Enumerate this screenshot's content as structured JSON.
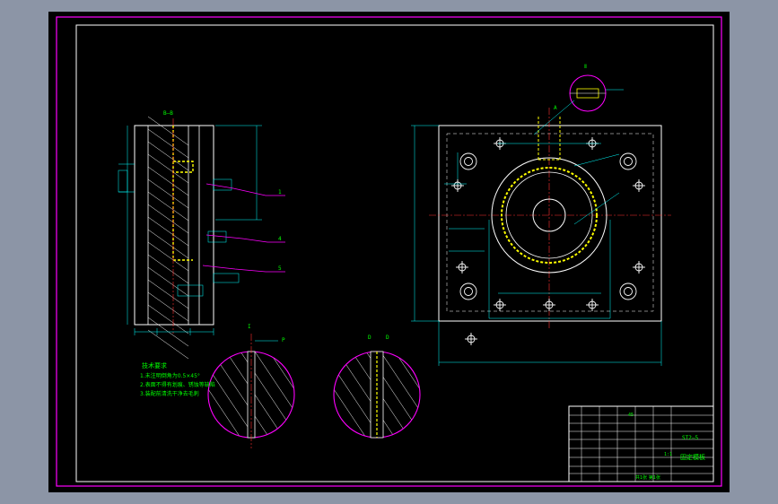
{
  "colors": {
    "viewport_bg": "#8c95a6",
    "sheet_bg": "#000000",
    "frame": "#ff00ff",
    "line": "#ffffff",
    "dim": "#00ffff",
    "text": "#00ff00",
    "centerline": "#ff3030",
    "highlight": "#ffff00",
    "leader": "#ff00ff"
  },
  "section_view": {
    "label": "B—B",
    "callouts": [
      "1",
      "4",
      "5"
    ]
  },
  "detail_view_left": {
    "label": "I",
    "arrow_label": "P"
  },
  "detail_view_right": {
    "label": "D",
    "arrow_label": "D"
  },
  "top_detail": {
    "label": "Ⅱ"
  },
  "plan_view": {
    "label": "A"
  },
  "notes": {
    "title": "技术要求",
    "lines": [
      "1.未注明倒角为0.5×45°",
      "2.表面不得有划痕、锈蚀等缺陷",
      "3.装配前清洗干净去毛刺"
    ]
  },
  "title_block": {
    "part_name": "固定模板",
    "scale": "1:1",
    "drawing_no": "ST2—5",
    "sheet_label": "共1张 第1张",
    "material": "45"
  }
}
